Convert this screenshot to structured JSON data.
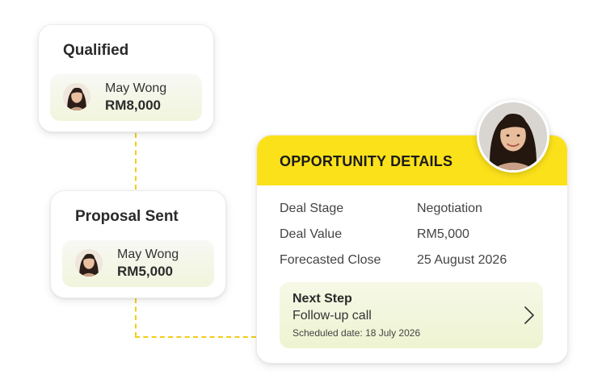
{
  "stages": [
    {
      "title": "Qualified",
      "person": {
        "name": "May Wong",
        "amount": "RM8,000",
        "avatar_icon": "avatar-icon"
      }
    },
    {
      "title": "Proposal Sent",
      "person": {
        "name": "May Wong",
        "amount": "RM5,000",
        "avatar_icon": "avatar-icon"
      }
    }
  ],
  "details": {
    "title": "OPPORTUNITY DETAILS",
    "rows": [
      {
        "label": "Deal Stage",
        "value": "Negotiation"
      },
      {
        "label": "Deal Value",
        "value": "RM5,000"
      },
      {
        "label": "Forecasted Close",
        "value": "25 August 2026"
      }
    ],
    "next_step": {
      "title": "Next Step",
      "action": "Follow-up call",
      "date": "Scheduled date: 18 July 2026",
      "icon": "chevron-right-icon"
    }
  },
  "colors": {
    "accent": "#fbe11a",
    "connector": "#f3cd16",
    "pill_bg": "#f1f5dc"
  }
}
